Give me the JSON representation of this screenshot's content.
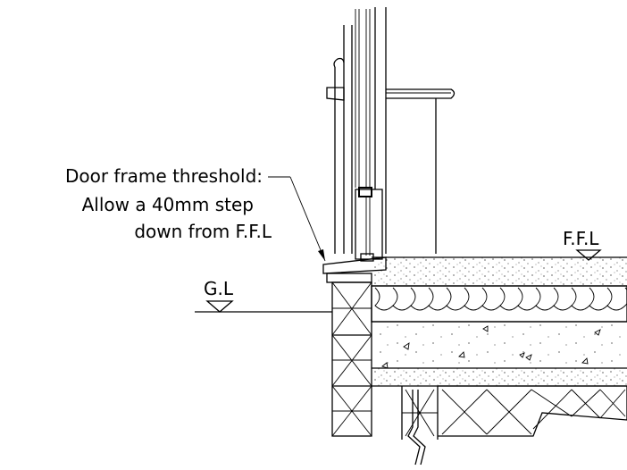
{
  "annotation": {
    "line1": "Door frame threshold:",
    "line2": "Allow a 40mm step",
    "line3": "down from F.F.L"
  },
  "levels": {
    "ffl": "F.F.L",
    "gl": "G.L"
  },
  "colors": {
    "ink": "#000000",
    "paper": "#ffffff"
  }
}
